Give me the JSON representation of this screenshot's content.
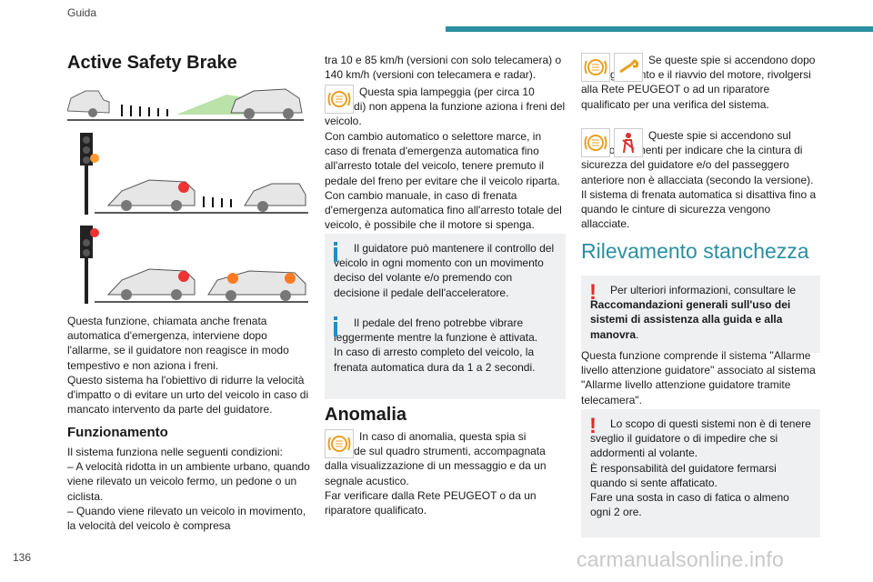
{
  "header": {
    "section": "Guida",
    "accent_color": "#2a8fa0"
  },
  "page_number": "136",
  "footer_watermark": "carmanualsonline.info",
  "col1": {
    "title": "Active Safety Brake",
    "intro": "Questa funzione, chiamata anche frenata automatica d'emergenza, interviene dopo l'allarme, se il guidatore non reagisce in modo tempestivo e non aziona i freni.\nQuesto sistema ha l'obiettivo di ridurre la velocità d'impatto o di evitare un urto del veicolo in caso di mancato intervento da parte del guidatore.",
    "subhead": "Funzionamento",
    "body": "Il sistema funziona nelle seguenti condizioni:\n–  A velocità ridotta in un ambiente urbano, quando viene rilevato un veicolo fermo, un pedone o un ciclista.\n–  Quando viene rilevato un veicolo in movimento, la velocità del veicolo è compresa"
  },
  "col2": {
    "cont": "tra 10 e 85 km/h (versioni con solo telecamera) o 140 km/h (versioni con telecamera e radar).",
    "icon_para_1": "Questa spia lampeggia (per circa 10 secondi) non appena la funzione aziona i freni del veicolo.",
    "para_2": "Con cambio automatico o selettore marce, in caso di frenata d'emergenza automatica fino all'arresto totale del veicolo, tenere premuto il pedale del freno per evitare che il veicolo riparta.\nCon cambio manuale, in caso di frenata d'emergenza automatica fino all'arresto totale del veicolo, è possibile che il motore si spenga.",
    "info_1": "Il guidatore può mantenere il controllo del veicolo in ogni momento con un movimento deciso del volante e/o premendo con decisione il pedale dell'acceleratore.",
    "info_2": "Il pedale del freno potrebbe vibrare leggermente mentre la funzione è attivata.\nIn caso di arresto completo del veicolo, la frenata automatica dura da 1 a 2 secondi.",
    "anomaly_title": "Anomalia",
    "anomaly_text": "In caso di anomalia, questa spia si accende sul quadro strumenti, accompagnata dalla visualizzazione di un messaggio e da un segnale acustico.\nFar verificare dalla Rete PEUGEOT o da un riparatore qualificato."
  },
  "col3": {
    "text_1": "Se queste spie si accendono dopo lo spegnimento e il riavvio del motore, rivolgersi alla Rete PEUGEOT o ad un riparatore qualificato per una verifica del sistema.",
    "text_2": "Queste spie si accendono sul quadro strumenti per indicare che la cintura di sicurezza del guidatore e/o del passeggero anteriore non è allacciata (secondo la versione). Il sistema di frenata automatica si disattiva fino a quando le cinture di sicurezza vengono allacciate.",
    "section_title": "Rilevamento stanchezza",
    "warn_1_plain": "Per ulteriori informazioni, consultare le",
    "warn_1_bold": "Raccomandazioni generali sull'uso dei sistemi di assistenza alla guida e alla manovra",
    "warn_1_end": ".",
    "para": "Questa funzione comprende il sistema \"Allarme livello attenzione guidatore\" associato al sistema \"Allarme livello attenzione guidatore tramite telecamera\".",
    "warn_2": "Lo scopo di questi sistemi non è di tenere sveglio il guidatore o di impedire che si addormenti al volante.\nÈ responsabilità del guidatore fermarsi quando si sente affaticato.\nFare una sosta in caso di fatica o almeno ogni 2 ore."
  },
  "icons": [
    "brake-warning-icon",
    "wrench-icon",
    "seatbelt-icon",
    "info-icon",
    "warning-icon"
  ],
  "colors": {
    "warning_light": "#e8a020",
    "seatbelt_red": "#d93030",
    "info_blue": "#1f8fc8",
    "warn_red": "#e32b2b",
    "box_bg": "#eef0f2"
  }
}
